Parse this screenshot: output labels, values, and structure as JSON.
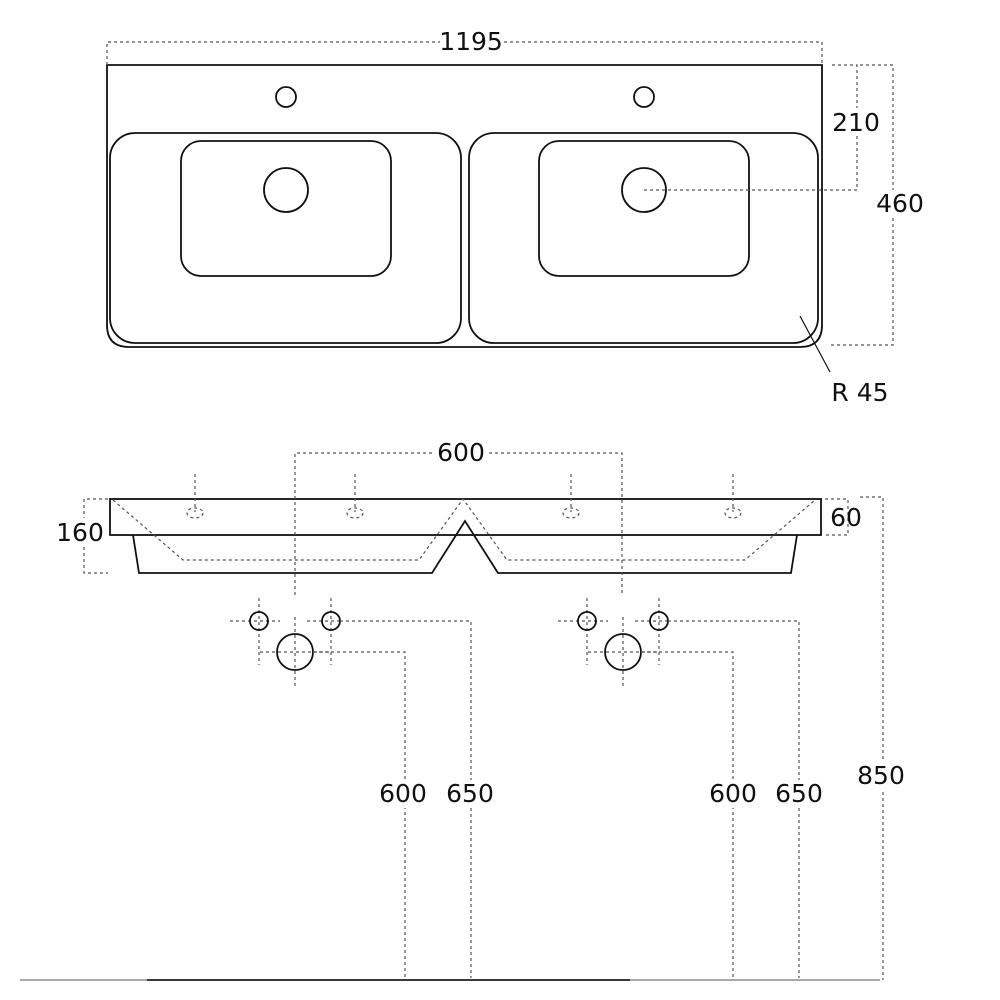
{
  "top_view": {
    "overall_width": "1195",
    "tap_to_drain": "210",
    "overall_depth": "460",
    "corner_radius": "R 45"
  },
  "front_view": {
    "tap_spacing": "600",
    "total_height": "160",
    "top_thickness": "60",
    "install_height": "850",
    "left_fixture": {
      "drain_height": "600",
      "supply_height": "650"
    },
    "right_fixture": {
      "drain_height": "600",
      "supply_height": "650"
    }
  }
}
